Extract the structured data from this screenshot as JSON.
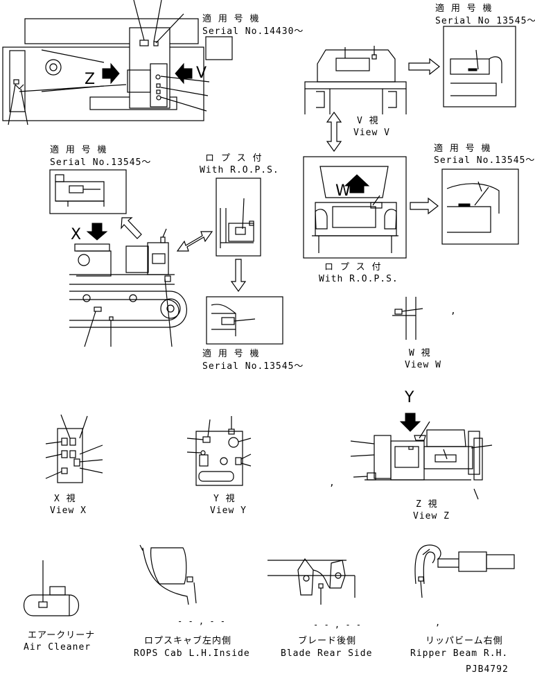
{
  "serial_labels": {
    "top_middle_jp": "適 用 号 機",
    "top_middle_en": "Serial No.14430〜",
    "top_right_jp": "適 用 号 機",
    "top_right_en": "Serial No 13545〜",
    "mid_right_jp": "適 用 号 機",
    "mid_right_en": "Serial No.13545〜",
    "left_mid_jp": "適 用 号 機",
    "left_mid_en": "Serial No.13545〜",
    "bottom_mid_jp": "適 用 号 機",
    "bottom_mid_en": "Serial No.13545〜"
  },
  "rops_labels": {
    "upper_jp": "ロ プ ス 付",
    "upper_en": "With R.O.P.S.",
    "lower_jp": "ロ プ ス 付",
    "lower_en": "With R.O.P.S."
  },
  "arrow_letters": {
    "z": "Z",
    "v": "V",
    "x": "X",
    "w": "W",
    "y": "Y"
  },
  "views": {
    "v_jp": "V 視",
    "v_en": "View V",
    "w_jp": "W 視",
    "w_en": "View W",
    "x_jp": "X 視",
    "x_en": "View X",
    "y_jp": "Y 視",
    "y_en": "View Y",
    "z_jp": "Z 視",
    "z_en": "View Z"
  },
  "bottom_views": {
    "air_cleaner_jp": "エアークリーナ",
    "air_cleaner_en": "Air Cleaner",
    "rops_cab_jp": "ロプスキャブ左内側",
    "rops_cab_en": "ROPS Cab L.H.Inside",
    "blade_jp": "ブレード後側",
    "blade_en": "Blade Rear Side",
    "ripper_jp": "リッパビーム右側",
    "ripper_en": "Ripper Beam R.H."
  },
  "marks": {
    "comma_w": ",",
    "comma_z": ",",
    "rops_cab_dots": "- - , - -",
    "blade_dots": "- - , - -",
    "ripper_dot": ","
  },
  "drawing_number": "PJB4792"
}
